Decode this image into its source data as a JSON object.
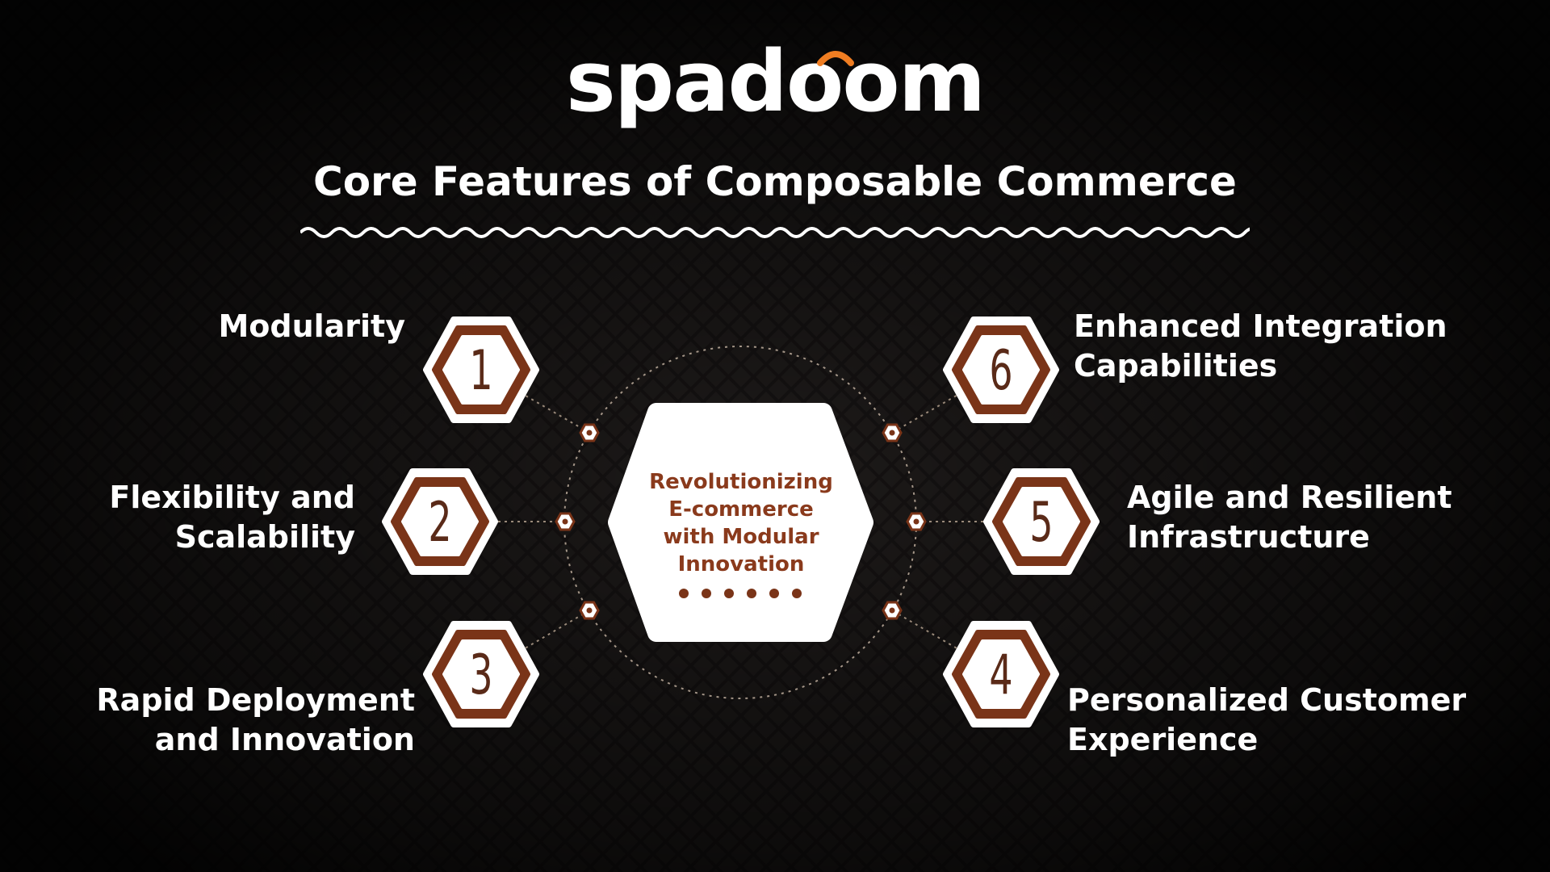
{
  "brand": {
    "logo_text": "spadoom",
    "accent_color": "#ef7d22"
  },
  "title": "Core Features of Composable Commerce",
  "center": {
    "lines": [
      "Revolutionizing",
      "E-commerce",
      "with Modular",
      "Innovation"
    ]
  },
  "features": [
    {
      "number": "1",
      "lines": [
        "Modularity"
      ]
    },
    {
      "number": "2",
      "lines": [
        "Flexibility and",
        "Scalability"
      ]
    },
    {
      "number": "3",
      "lines": [
        "Rapid Deployment",
        "and Innovation"
      ]
    },
    {
      "number": "4",
      "lines": [
        "Personalized Customer",
        "Experience"
      ]
    },
    {
      "number": "5",
      "lines": [
        "Agile and Resilient",
        "Infrastructure"
      ]
    },
    {
      "number": "6",
      "lines": [
        "Enhanced Integration",
        "Capabilities"
      ]
    }
  ],
  "colors": {
    "background": "#0d0b0b",
    "hexagon_border": "#7a3418",
    "hexagon_fill": "#ffffff",
    "connector": "#9a8a7a"
  }
}
